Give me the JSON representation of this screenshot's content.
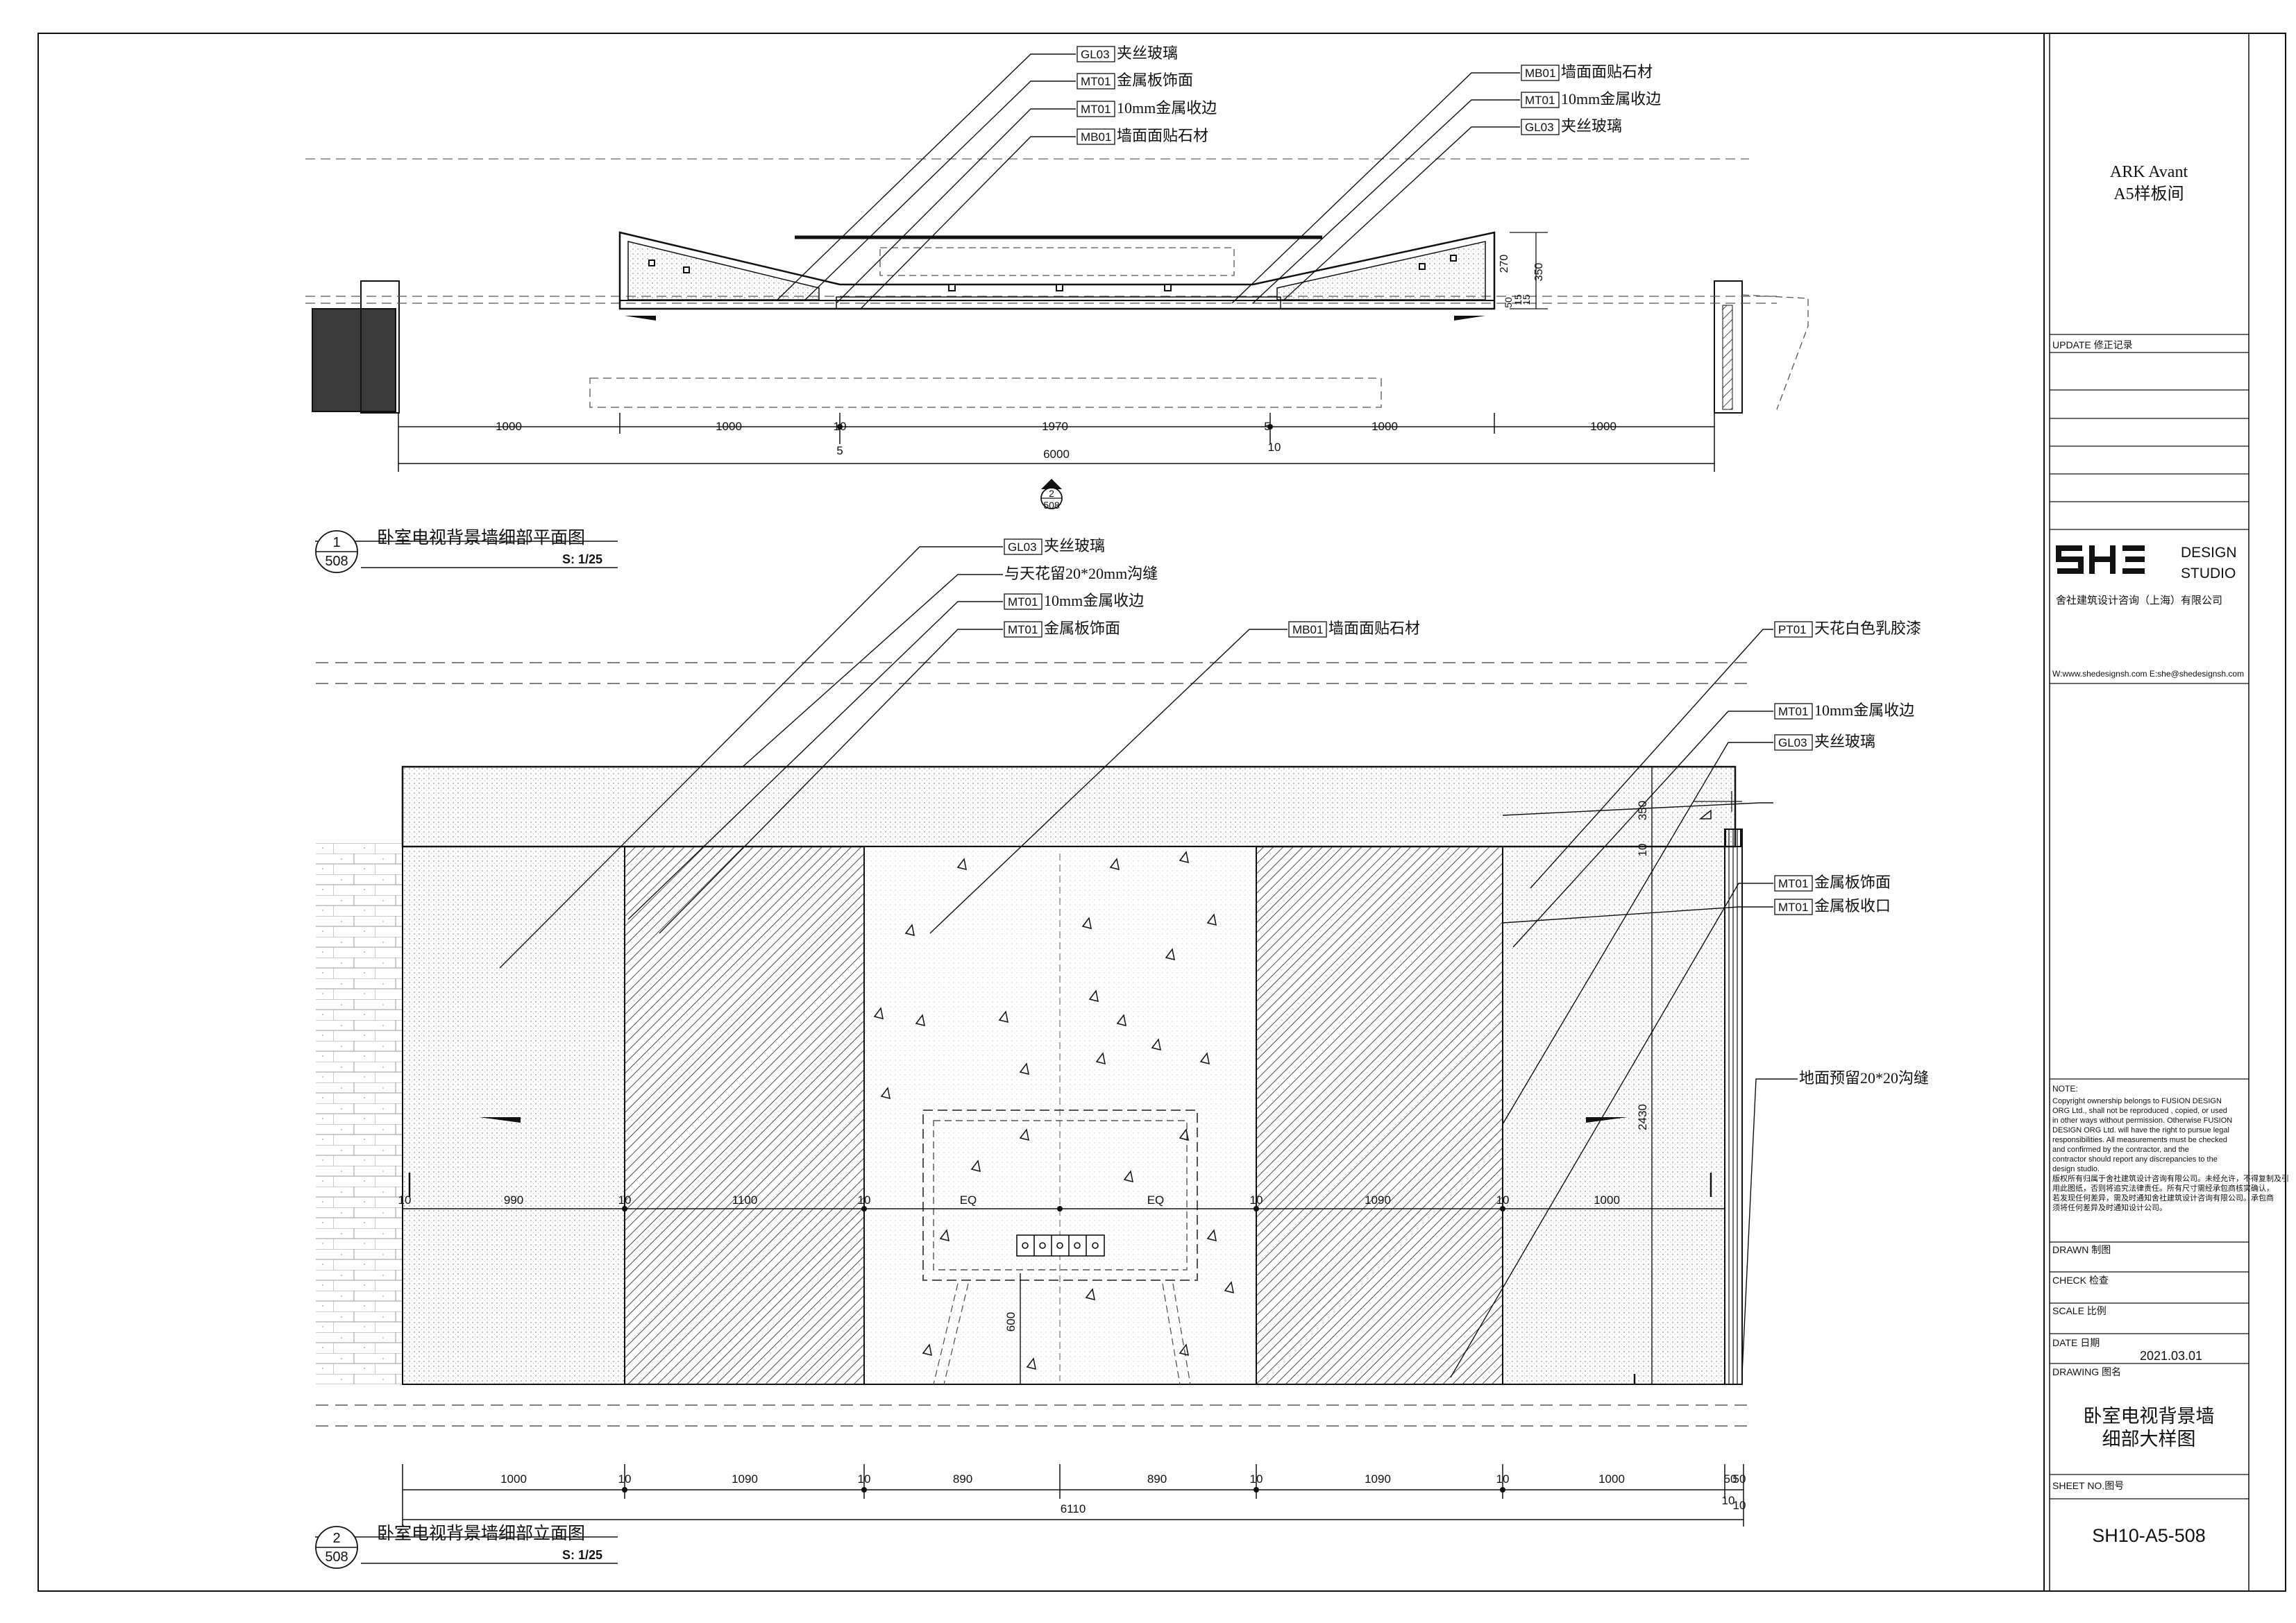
{
  "title_block": {
    "project_line1": "ARK Avant",
    "project_line2": "A5样板间",
    "update_label": "UPDATE 修正记录",
    "logo_mark": "SHE",
    "logo_word1": "DESIGN",
    "logo_word2": "STUDIO",
    "company_cn": "舍社建筑设计咨询（上海）有限公司",
    "web_label": "W:",
    "web": "www.shedesignsh.com",
    "email_label": "E:",
    "email": "she@shedesignsh.com",
    "note_title": "NOTE:",
    "note_lines": [
      "Copyright ownership belongs to FUSION DESIGN",
      "ORG Ltd., shall not be reproduced , copied, or used",
      "in other ways without permission. Otherwise FUSION",
      "DESIGN ORG Ltd. will have the right to pursue legal",
      "responsibilities. All measurements must be checked",
      "and confirmed by the contractor, and the",
      "contractor should report any discrepancies to the",
      "design studio.",
      "版权所有归属于舍社建筑设计咨询有限公司。未经允许，不得复制及引",
      "用此图纸，否则将追究法律责任。所有尺寸需经承包商核实确认，",
      "若发现任何差异，需及时通知舍社建筑设计咨询有限公司。承包商",
      "须将任何差异及时通知设计公司。"
    ],
    "drawn_label": "DRAWN 制图",
    "check_label": "CHECK 检查",
    "scale_label": "SCALE 比例",
    "date_label": "DATE 日期",
    "date_value": "2021.03.01",
    "drawing_label": "DRAWING 图名",
    "drawing_name_1": "卧室电视背景墙",
    "drawing_name_2": "细部大样图",
    "sheet_label": "SHEET NO.图号",
    "sheet_no": "SH10-A5-508"
  },
  "plan": {
    "callout_number": "1",
    "callout_sheet": "508",
    "title": "卧室电视背景墙细部平面图",
    "scale": "S: 1/25",
    "section_mark_number": "2",
    "section_mark_sheet": "508",
    "leaders_left": [
      {
        "tag": "GL03",
        "text": "夹丝玻璃"
      },
      {
        "tag": "MT01",
        "text": "金属板饰面"
      },
      {
        "tag": "MT01",
        "text": "10mm金属收边"
      },
      {
        "tag": "MB01",
        "text": "墙面面贴石材"
      }
    ],
    "leaders_right": [
      {
        "tag": "MB01",
        "text": "墙面面贴石材"
      },
      {
        "tag": "MT01",
        "text": "10mm金属收边"
      },
      {
        "tag": "GL03",
        "text": "夹丝玻璃"
      }
    ],
    "dims_row1": [
      "1000",
      "1000",
      "10",
      "1970",
      "5",
      "1000",
      "1000"
    ],
    "dims_row1_extra": [
      "5",
      "10"
    ],
    "total": "6000",
    "vert_dims": [
      "270",
      "350",
      "50",
      "15",
      "15"
    ]
  },
  "elevation": {
    "callout_number": "2",
    "callout_sheet": "508",
    "title": "卧室电视背景墙细部立面图",
    "scale": "S: 1/25",
    "leaders_left": [
      {
        "tag": "GL03",
        "text": "夹丝玻璃"
      },
      {
        "tag": "",
        "text": "与天花留20*20mm沟缝"
      },
      {
        "tag": "MT01",
        "text": "10mm金属收边"
      },
      {
        "tag": "MT01",
        "text": "金属板饰面"
      }
    ],
    "leader_mid": {
      "tag": "MB01",
      "text": "墙面面贴石材"
    },
    "leaders_right": [
      {
        "tag": "PT01",
        "text": "天花白色乳胶漆"
      },
      {
        "tag": "MT01",
        "text": "10mm金属收边"
      },
      {
        "tag": "GL03",
        "text": "夹丝玻璃"
      },
      {
        "tag": "MT01",
        "text": "金属板饰面"
      },
      {
        "tag": "MT01",
        "text": "金属板收口"
      },
      {
        "tag": "",
        "text": "地面预留20*20沟缝"
      }
    ],
    "mid_dims": [
      "10",
      "990",
      "10",
      "1100",
      "10",
      "EQ",
      "EQ",
      "10",
      "1090",
      "10",
      "1000"
    ],
    "bottom_dims": [
      "1000",
      "10",
      "1090",
      "10",
      "890",
      "890",
      "10",
      "1090",
      "10",
      "1000",
      "50",
      "50"
    ],
    "bottom_total": "6110",
    "bottom_tail": [
      "10",
      "10"
    ],
    "vert_dims": [
      "350",
      "10",
      "2430",
      "600"
    ]
  }
}
